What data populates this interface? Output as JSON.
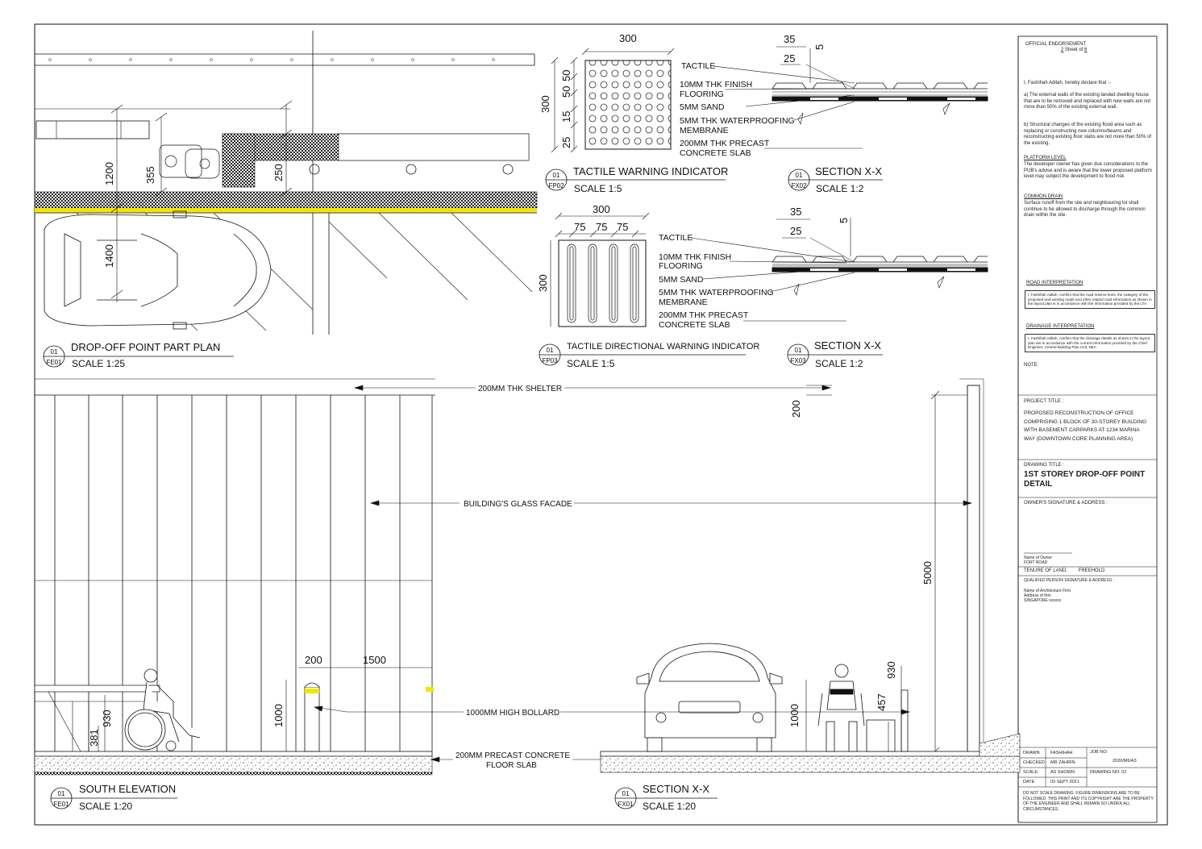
{
  "drawings": {
    "drop_off_plan": {
      "no": "01",
      "ref": "FE01",
      "title": "DROP-OFF POINT PART PLAN",
      "scale": "SCALE 1:25",
      "dims": [
        "1200",
        "1400",
        "355",
        "250"
      ]
    },
    "tactile_warning": {
      "no": "01",
      "ref": "FP02",
      "title": "TACTILE WARNING INDICATOR",
      "scale": "SCALE 1:5",
      "dims": {
        "width": "300",
        "height": "300",
        "d50a": "50",
        "d50b": "50",
        "d15": "15",
        "d25": "25"
      }
    },
    "section_fx02": {
      "no": "01",
      "ref": "FX02",
      "title": "SECTION X-X",
      "scale": "SCALE 1:2",
      "dims": {
        "d35": "35",
        "d25": "25",
        "d5": "5"
      }
    },
    "tactile_directional": {
      "no": "01",
      "ref": "FP03",
      "title": "TACTILE DIRECTIONAL WARNING INDICATOR",
      "scale": "SCALE 1:5",
      "dims": {
        "width": "300",
        "height": "300",
        "s1": "75",
        "s2": "75",
        "s3": "75"
      }
    },
    "section_fx03": {
      "no": "01",
      "ref": "FX03",
      "title": "SECTION X-X",
      "scale": "SCALE 1:2",
      "dims": {
        "d35": "35",
        "d25": "25",
        "d5": "5"
      }
    },
    "south_elevation": {
      "no": "01",
      "ref": "FE01",
      "title": "SOUTH ELEVATION",
      "scale": "SCALE 1:20",
      "dims": {
        "d200": "200",
        "d1500": "1500",
        "d1000": "1000",
        "d930": "930",
        "d381": "381"
      }
    },
    "section_fx01": {
      "no": "01",
      "ref": "FX01",
      "title": "SECTION X-X",
      "scale": "SCALE 1:20",
      "dims": {
        "d200": "200",
        "d5000": "5000",
        "d930": "930",
        "d1000": "1000",
        "d457": "457"
      }
    }
  },
  "layer_labels": {
    "tactile": "TACTILE",
    "finish_1": "10MM THK FINISH",
    "finish_2": "FLOORING",
    "sand": "5MM SAND",
    "membrane_1": "5MM THK WATERPROOFING",
    "membrane_2": "MEMBRANE",
    "slab_1": "200MM THK PRECAST",
    "slab_2": "CONCRETE SLAB"
  },
  "elevation_labels": {
    "shelter": "200MM THK SHELTER",
    "facade": "BUILDING'S GLASS FACADE",
    "bollard": "1000MM HIGH BOLLARD",
    "slab_1": "200MM PRECAST CONCRETE",
    "slab_2": "FLOOR SLAB"
  },
  "title_block": {
    "endorsement": "OFFICIAL ENDORSEMENT",
    "sheet_no": "2",
    "sheet_of": "Sheet of",
    "sheet_total": "6",
    "declaration_intro": "I, Fashihah Adilah, hereby declare that :-",
    "decl_a": "a) The external walls of the existing landed dwelling house that are to be removed and replaced with new walls are not more than 50% of the existing external wall.",
    "decl_b": "b) Structural changes of the existing flood area such as replacing or constructing new columns/beams and reconstructing existing floor slabs are not more than 50% of the existing.",
    "platform_heading": "PLATFORM LEVEL",
    "platform_text": "The developer /owner has given due considerations to the PUB's advise and is aware that the lower proposed platform level may subject the development to flood risk",
    "drain_heading": "COMMON DRAIN",
    "drain_text": "Surface runoff from the site and neighbouring lot shall continue to be allowed to discharge through the common drain within the site.",
    "road_heading": "ROAD INTERPRETATION",
    "road_text": "I, Fashihah Adilah, confirm that the road reserve lines, the category of the proposed and existing roads and other related road information as shown in the layout plan is in accordance with the information provided by the LTA.",
    "drainage_heading": "DRAINAGE INTERPRETATION",
    "drainage_text": "I, Fashihah Adilah, confirm that the drainage details as shown in the layout plan are in accordance with the current information provided by the Chief Engineer, Central Building Plan Unit, NEA",
    "note": "NOTE:",
    "project_label": "PROJECT TITLE :",
    "project_1": "PROPOSED RECONSTRUCTION OF OFFICE",
    "project_2": "COMPRISING 1 BLOCK OF 30-STOREY BUILDING",
    "project_3": "WITH BASEMENT CARPARKS AT 1234 MARINA",
    "project_4": "WAY (DOWNTOWN CORE PLANNING AREA)",
    "drawing_title_label": "DRAWING TITLE :",
    "drawing_title_1": "1ST STOREY DROP-OFF POINT",
    "drawing_title_2": "DETAIL",
    "owner_label": "OWNER'S SIGNATURE & ADDRESS :",
    "owner_name": "Name of Owner",
    "owner_address": "FORT ROAD",
    "tenure_label": "TENURE OF LAND:",
    "tenure_value": "FREEHOLD",
    "qp_label": "QUALIFIED PERSON SIGNATURE & ADDRESS :",
    "firm_name": "Name of Architecture Firm",
    "firm_address": "Address of firm",
    "firm_country": "SINGAPORE xxxxxx",
    "drawn_label": "DRAWN",
    "drawn_value": "FASHIHAH",
    "checked_label": "CHECKED",
    "checked_value": "MR ZAHRIN",
    "scale_label": "SCALE",
    "scale_value": "AS SHOWN",
    "date_label": "DATE",
    "date_value": "03 SEPT 2021",
    "job_label": "JOB NO:",
    "job_value": "2020/M6/A3",
    "drawing_no_label": "DRAWING NO:",
    "drawing_no_value": "02",
    "disclaimer": "DO NOT SCALE DRAWING. FIGURE DIMENSIONS ARE TO BE FOLLOWED. THIS PRINT AND ITS COPYRIGHT ARE THE PROPERTY OF THE ENGINEER AND SHALL REMAIN SO UNDER ALL CIRCUMSTANCES."
  },
  "colors": {
    "line": "#111111",
    "tactile_yellow": "#f2e600",
    "paving": "#333333"
  }
}
